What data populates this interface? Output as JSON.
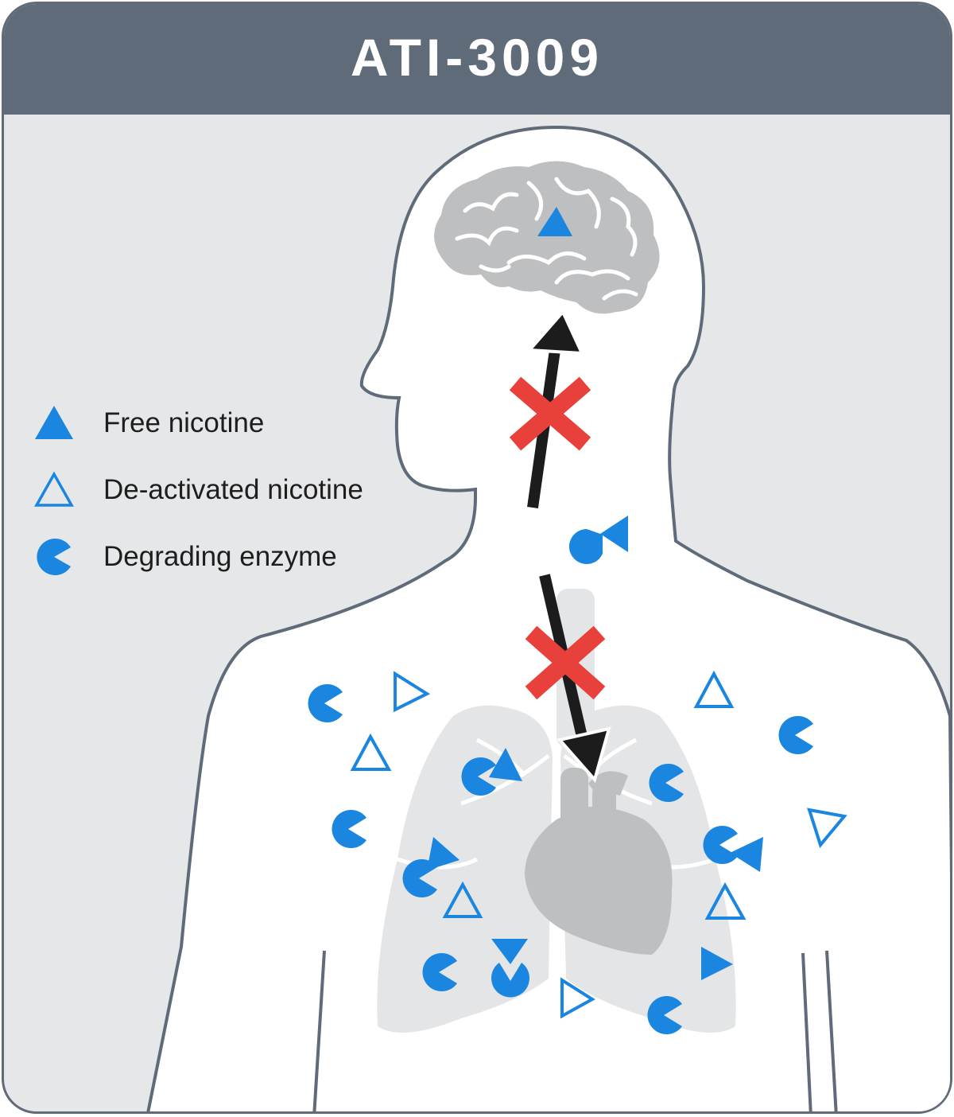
{
  "title": "ATI-3009",
  "legend": [
    {
      "label": "Free nicotine",
      "icon": "free-nicotine-icon"
    },
    {
      "label": "De-activated nicotine",
      "icon": "deactivated-nicotine-icon"
    },
    {
      "label": "Degrading enzyme",
      "icon": "degrading-enzyme-icon"
    }
  ],
  "colors": {
    "header": "#5f6b78",
    "background": "#e5e7e9",
    "body": "#ffffff",
    "molecule": "#1a86e0",
    "block": "#e8403a",
    "arrow": "#1c1c1c",
    "organ": "#bebfc1"
  }
}
